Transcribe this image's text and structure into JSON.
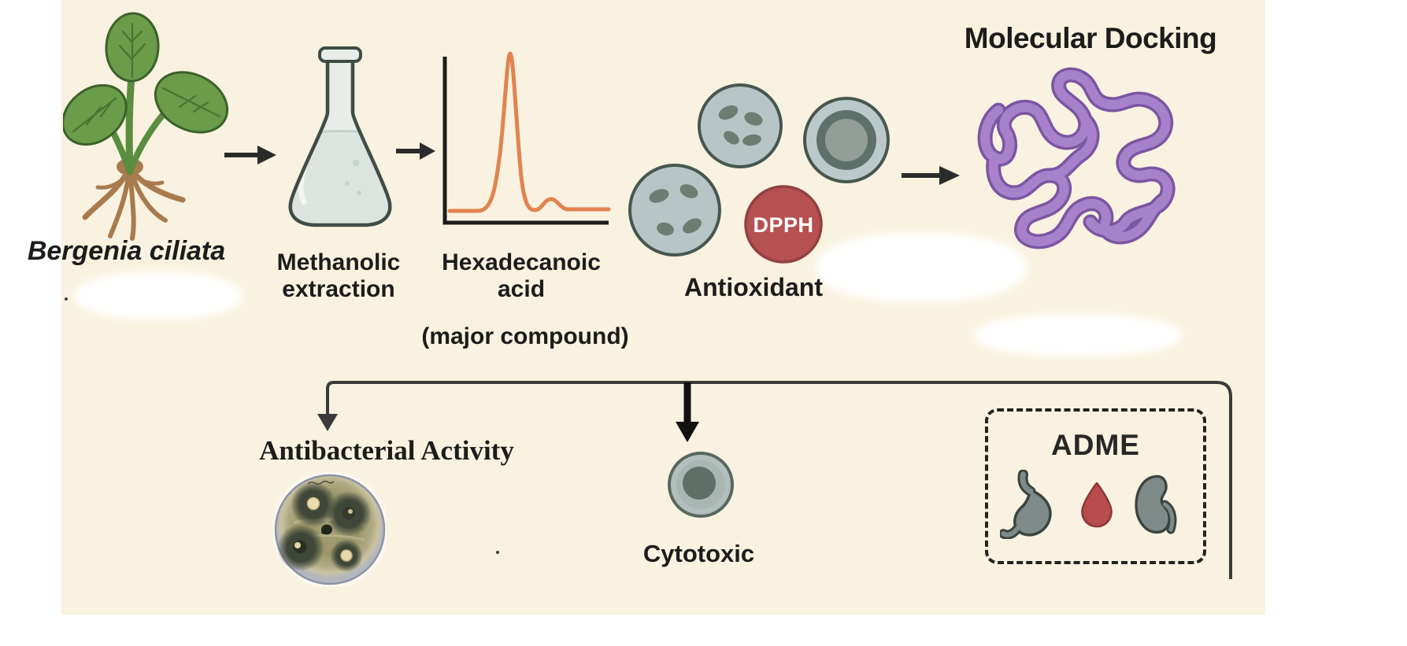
{
  "page": {
    "canvas_color": "#f9f2e0",
    "outer_color": "#ffffff"
  },
  "texts": {
    "plant_name": "Bergenia ciliata",
    "methanolic_extraction": "Methanolic extraction",
    "hexadecanoic_acid": "Hexadecanoic acid",
    "major_compound": "(major compound)",
    "antioxidant": "Antioxidant",
    "dpph": "DPPH",
    "molecular_docking": "Molecular Docking",
    "antibacterial_activity": "Antibacterial Activity",
    "cytotoxic": "Cytotoxic",
    "adme": "ADME"
  },
  "icons": {
    "plant": "plant-with-roots",
    "flask": "erlenmeyer-flask",
    "chromatogram": "gc-chromatogram-peak",
    "cells": "cell-cluster",
    "dpph_badge": "dpph-radical-circle",
    "protein": "protein-ribbon",
    "petri_dish": "agar-plate-inhibition-zones",
    "cytotoxic_cell": "cell-with-nucleus",
    "adme_organs": [
      "stomach",
      "blood-drop",
      "kidney"
    ]
  },
  "colors": {
    "canvas": "#f9f2e0",
    "text": "#1c1c1c",
    "arrow": "#2b2b2b",
    "branch_line": "#3a3a3a",
    "leaf_green": "#6a9c49",
    "leaf_outline": "#3c612b",
    "root_brown": "#a87b4e",
    "flask_outline": "#3f4d45",
    "flask_glass": "#e9ede9",
    "flask_liquid": "#dce4e0",
    "chromatogram_orange": "#e2834f",
    "axis_black": "#1d1d1d",
    "cell_fill": "#b7c5c7",
    "cell_outline": "#47574f",
    "cell_spot": "#6d7d72",
    "dpph_red": "#b55150",
    "protein_purple": "#a881cb",
    "protein_outline": "#7c55a3",
    "organ_gray": "#7e8b88",
    "organ_outline": "#39453f",
    "blood_red": "#b84b4c",
    "agar_olive": "#9b976a",
    "inhibition_zone": "#3f4738"
  }
}
